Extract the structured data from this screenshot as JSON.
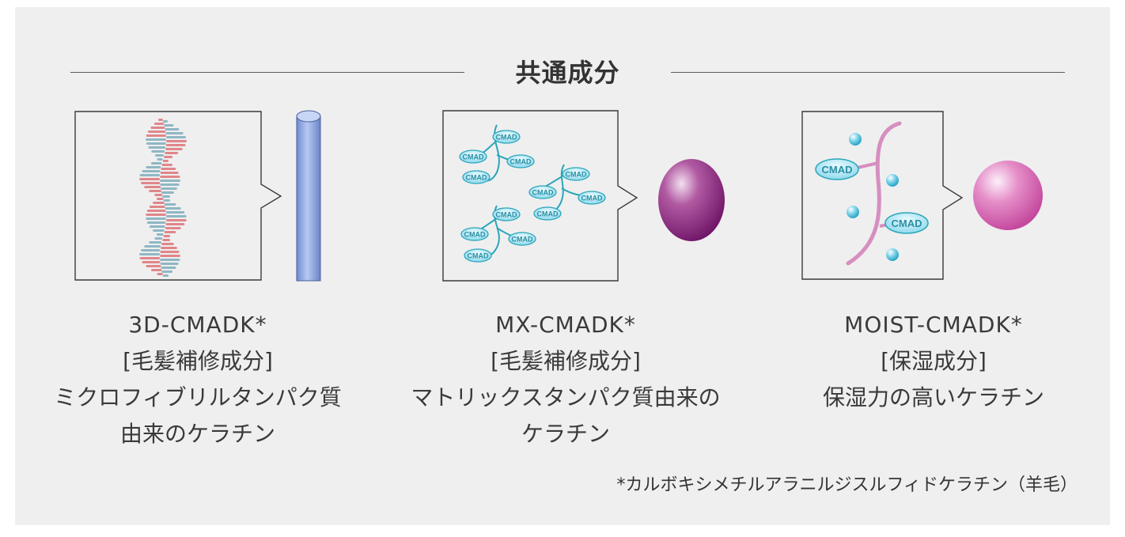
{
  "heading": "共通成分",
  "items": [
    {
      "name": "3D-CMADK*",
      "category": "[毛髪補修成分]",
      "desc_line1": "ミクロフィブリルタンパク質",
      "desc_line2": "由来のケラチン"
    },
    {
      "name": "MX-CMADK*",
      "category": "[毛髪補修成分]",
      "desc_line1": "マトリックスタンパク質由来の",
      "desc_line2": "ケラチン"
    },
    {
      "name": "MOIST-CMADK*",
      "category": "[保湿成分]",
      "desc_line1": "保湿力の高いケラチン",
      "desc_line2": ""
    }
  ],
  "molecule_label": "CMAD",
  "footnote": "*カルボキシメチルアラニルジスルフィドケラチン（羊毛）",
  "colors": {
    "panel_bg": "#efefef",
    "helix_red": "#e0868a",
    "helix_blue": "#8fb7c4",
    "rod_blue": "#8fa8e0",
    "molecule_teal": "#2aa6b8",
    "sphere_purple": "#8e2a7e",
    "sphere_pink": "#dc5ea6",
    "curve_pink": "#d68ec0"
  }
}
